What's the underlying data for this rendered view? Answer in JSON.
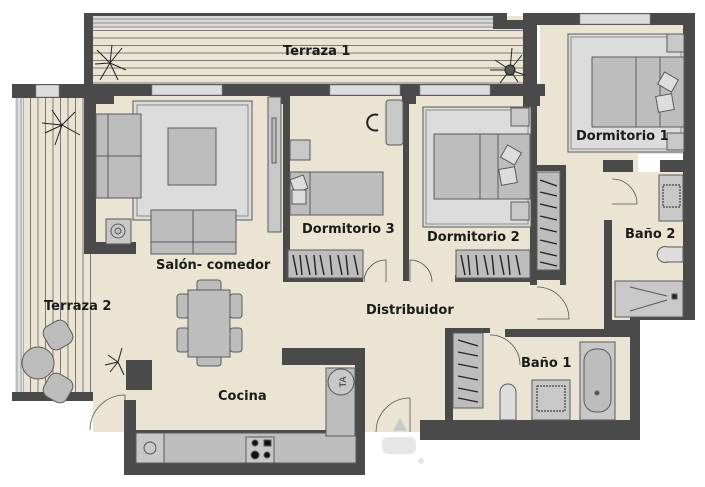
{
  "plan": {
    "type": "floor-plan",
    "colors": {
      "wall": "#4a4a4a",
      "floor": "#ebe4d3",
      "terrace_floor": "#ebe4d3",
      "terrace_lines": "#7a7a7a",
      "window": "#d9d9d9",
      "furniture": "#bdbdbd",
      "furniture_light": "#dcdcdc",
      "furniture_stroke": "#5a5a5a",
      "background": "#ffffff"
    },
    "rooms": [
      {
        "id": "terraza-1",
        "label": "Terraza 1"
      },
      {
        "id": "terraza-2",
        "label": "Terraza 2"
      },
      {
        "id": "salon-comedor",
        "label": "Salón- comedor"
      },
      {
        "id": "cocina",
        "label": "Cocina"
      },
      {
        "id": "dormitorio-1",
        "label": "Dormitorio 1"
      },
      {
        "id": "dormitorio-2",
        "label": "Dormitorio 2"
      },
      {
        "id": "dormitorio-3",
        "label": "Dormitorio 3"
      },
      {
        "id": "distribuidor",
        "label": "Distribuidor"
      },
      {
        "id": "bano-1",
        "label": "Baño 1"
      },
      {
        "id": "bano-2",
        "label": "Baño 2"
      }
    ],
    "appliances": {
      "water_heater_label": "TA"
    }
  }
}
